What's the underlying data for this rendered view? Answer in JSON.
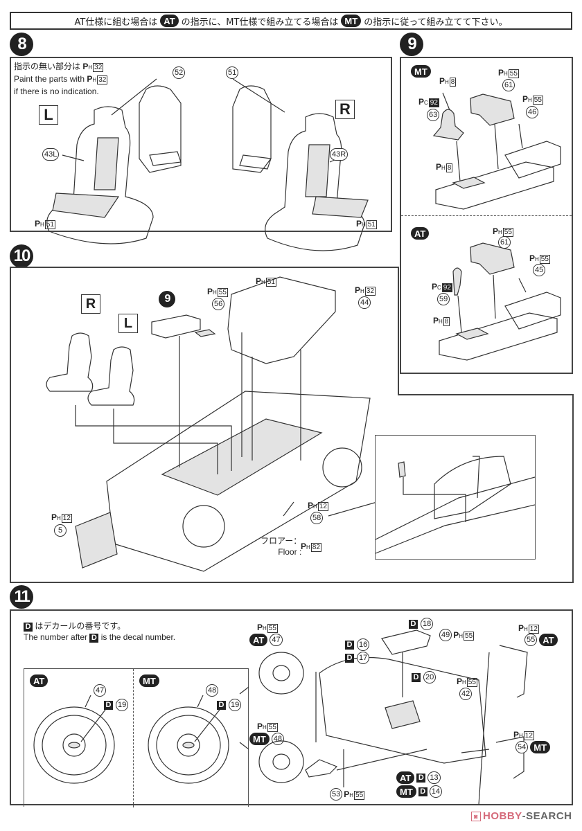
{
  "banner": {
    "text_1": "AT仕様に組む場合は",
    "at_badge": "AT",
    "text_2": "の指示に、MT仕様で組み立てる場合は",
    "mt_badge": "MT",
    "text_3": "の指示に従って組み立てて下さい。"
  },
  "step8": {
    "number": "8",
    "note_jp": "指示の無い部分は",
    "note_en_1": "Paint the parts with",
    "note_en_2": "if there is no indication.",
    "note_paint": "32",
    "left_label": "L",
    "right_label": "R",
    "parts": {
      "headrest_left": "52",
      "headrest_right": "51",
      "seat_left": "43L",
      "seat_right": "43R"
    },
    "paints": {
      "seat_left": "51",
      "seat_right": "51"
    }
  },
  "step9": {
    "number": "9",
    "mt": {
      "badge": "MT",
      "parts": {
        "shifter": "63",
        "brake": "61",
        "console": "46"
      },
      "paints": {
        "shifter_boot": "8",
        "shifter_knob": "92",
        "brake": "55",
        "console": "55",
        "tray": "8"
      }
    },
    "at": {
      "badge": "AT",
      "parts": {
        "shifter": "59",
        "brake": "61",
        "console": "45"
      },
      "paints": {
        "shifter_knob": "92",
        "brake": "55",
        "console": "55",
        "tray": "8"
      }
    }
  },
  "step10": {
    "number": "10",
    "right_label": "R",
    "left_label": "L",
    "sub_step_ref": "9",
    "parts": {
      "tray": "56",
      "rear_seat": "44",
      "clip": "58",
      "front_panel": "5"
    },
    "paints": {
      "tray": "55",
      "rear_seat_belt": "51",
      "rear_seat": "32",
      "clip": "12",
      "front_panel": "12"
    },
    "floor_label_jp": "フロアー：",
    "floor_label_en": "Floor :",
    "floor_paint": "82"
  },
  "step11": {
    "number": "11",
    "note_jp": "はデカールの番号です。",
    "note_en_1": "The number after",
    "note_en_2": "is the decal number.",
    "decal_letter": "D",
    "wheel_at": {
      "badge": "AT",
      "part": "47",
      "decal": "19"
    },
    "wheel_mt": {
      "badge": "MT",
      "part": "48",
      "decal": "19"
    },
    "wheel_at_callout": {
      "badge": "AT",
      "part": "47",
      "paint": "55"
    },
    "wheel_mt_callout": {
      "badge": "MT",
      "part": "48",
      "paint": "55"
    },
    "gauge": {
      "part": "49",
      "paint": "55",
      "decals": [
        "16",
        "17",
        "18"
      ]
    },
    "dash": {
      "part": "42",
      "paint": "55",
      "decal": "20"
    },
    "column": {
      "part": "53",
      "paint": "55"
    },
    "pedals_at": {
      "badge": "AT",
      "part": "55",
      "paint": "12"
    },
    "pedals_mt": {
      "badge": "MT",
      "part": "54",
      "paint": "12"
    },
    "meter_decals": [
      {
        "badge": "AT",
        "decal": "13"
      },
      {
        "badge": "MT",
        "decal": "14"
      }
    ]
  },
  "paint_prefix": "P",
  "paint_hobby": "H",
  "paint_color": "C",
  "watermark": {
    "text_red": "HOBBY",
    "text_grey": "-SEARCH",
    "color_red": "#d56a7a",
    "color_grey": "#666666"
  }
}
